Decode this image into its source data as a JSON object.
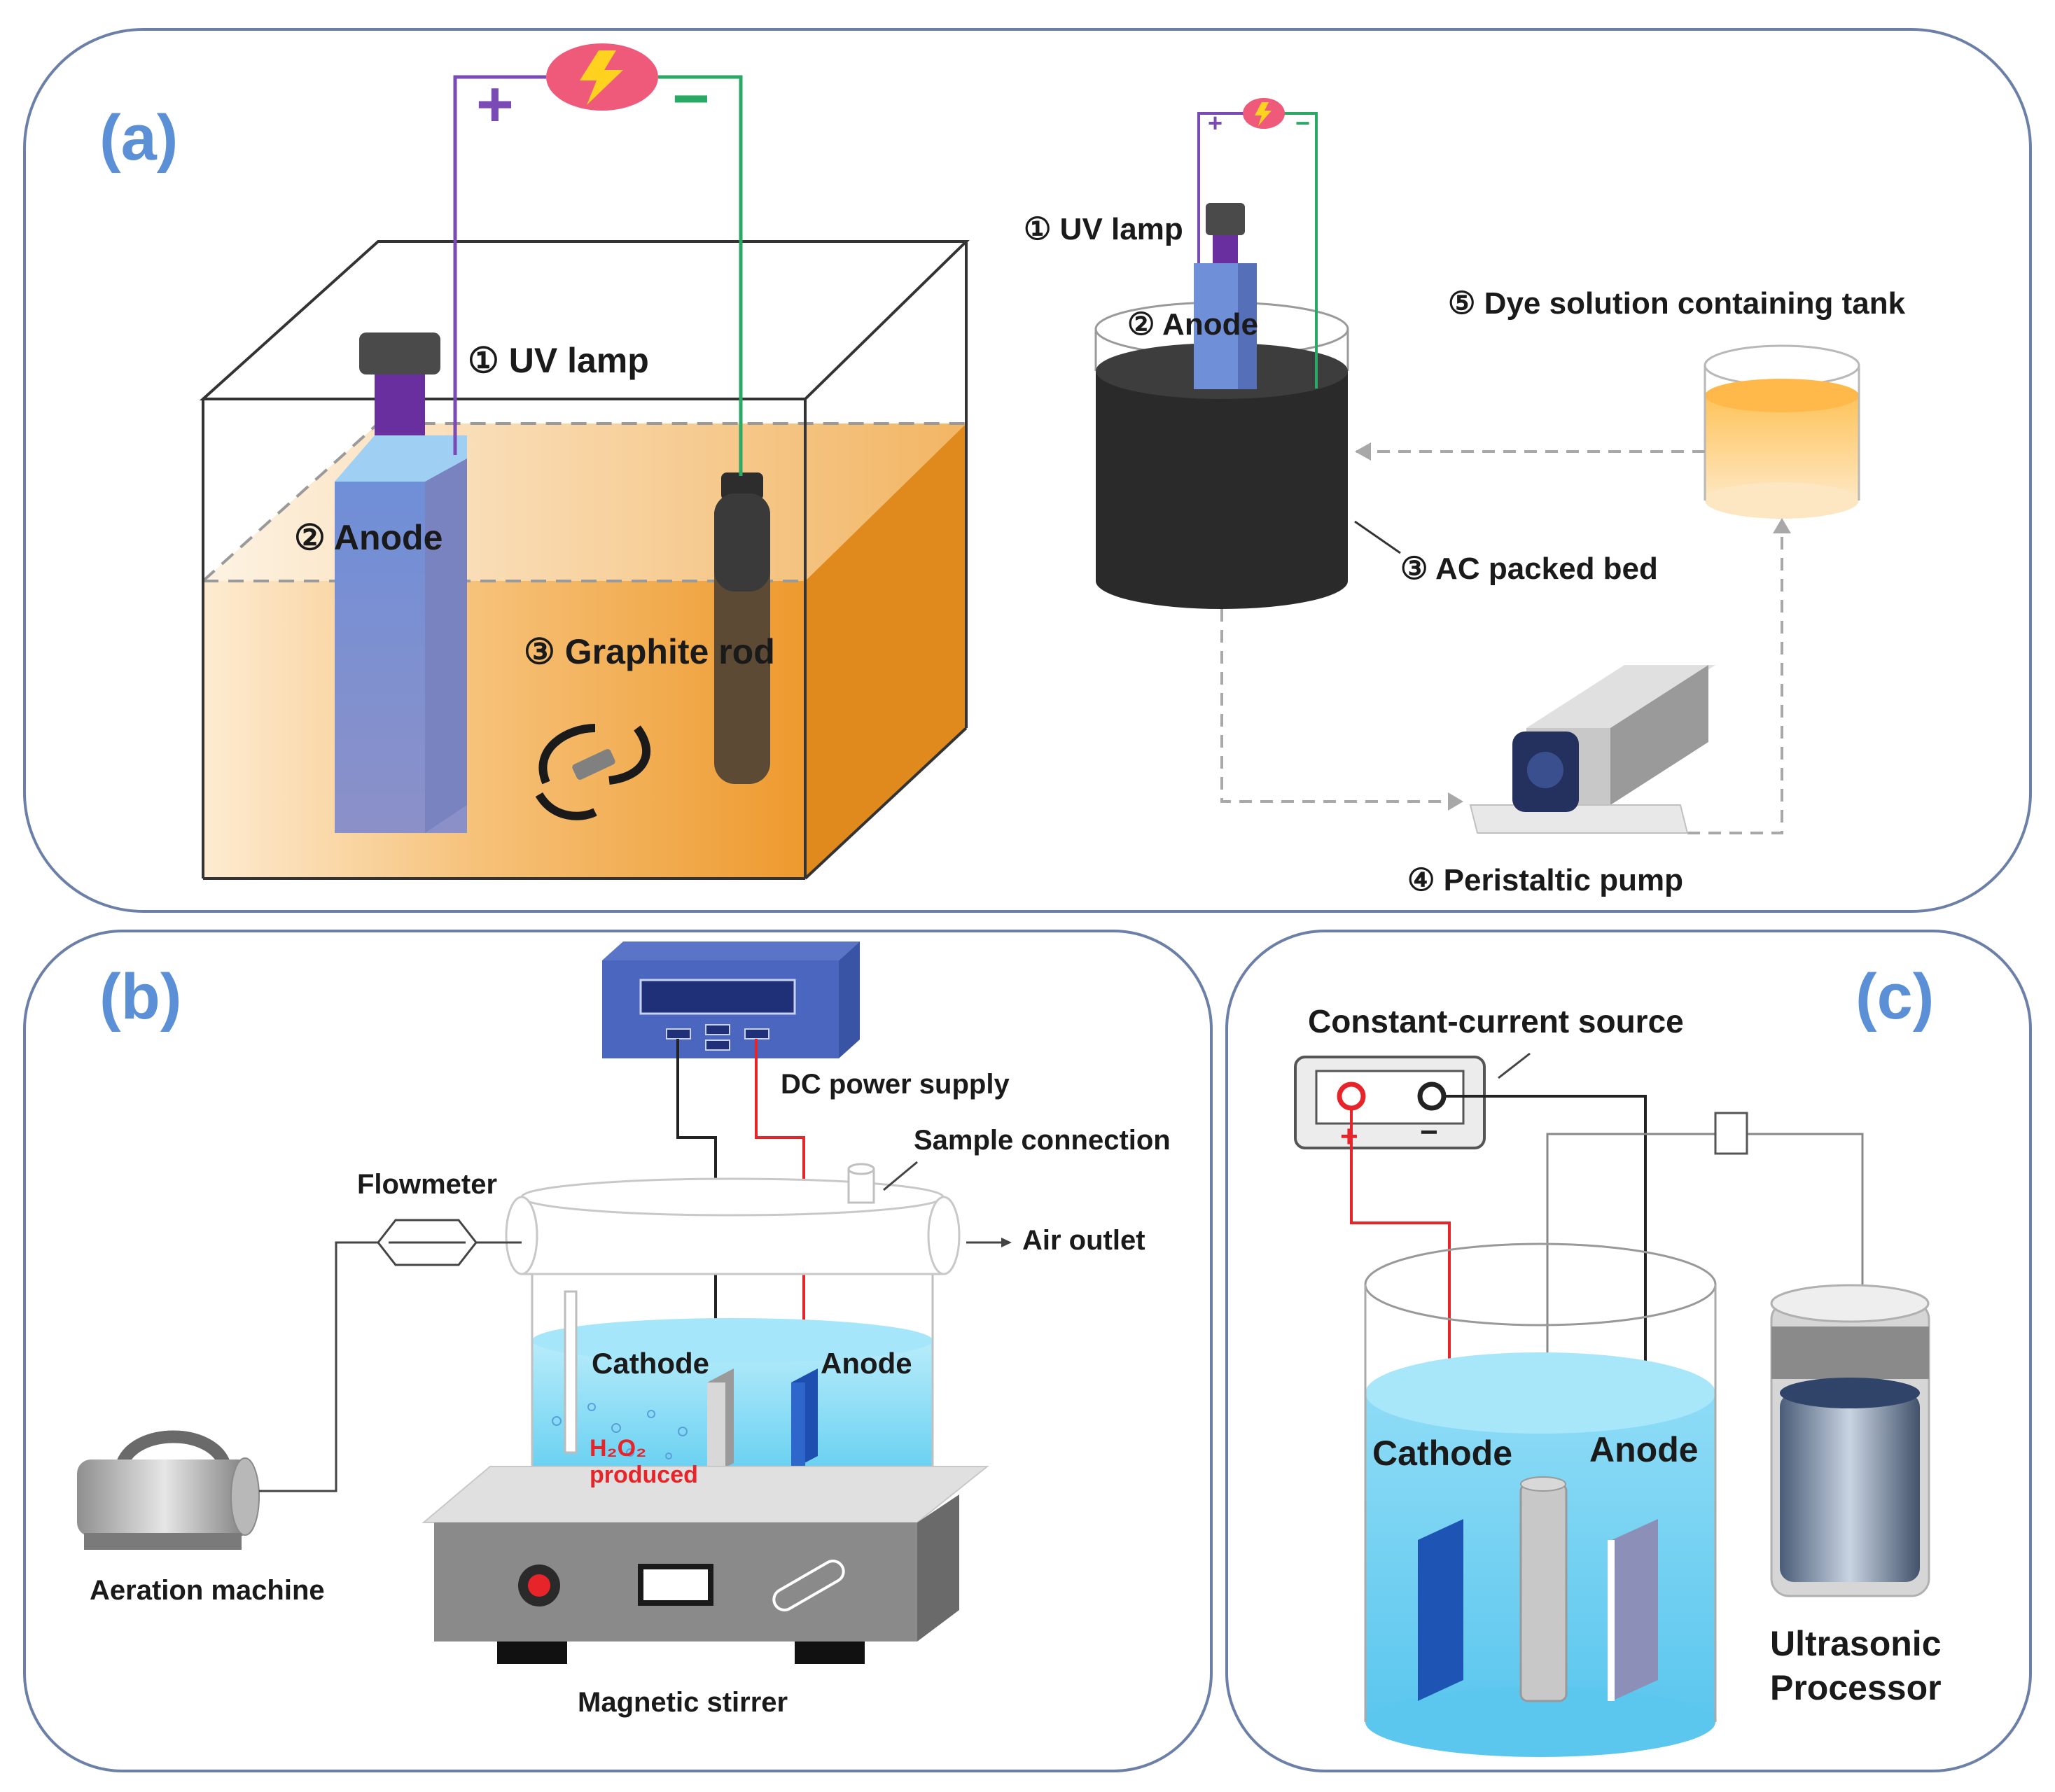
{
  "panel_a": {
    "label": "(a)",
    "left": {
      "uv_lamp": "① UV lamp",
      "anode": "② Anode",
      "graphite_rod": "③ Graphite rod",
      "plus": "+",
      "minus": "−"
    },
    "right": {
      "uv_lamp": "① UV lamp",
      "anode": "② Anode",
      "ac_packed_bed": "③ AC packed bed",
      "peristaltic_pump": "④ Peristaltic pump",
      "dye_tank": "⑤ Dye solution containing tank",
      "plus": "+",
      "minus": "−"
    }
  },
  "panel_b": {
    "label": "(b)",
    "dc_power_supply": "DC power supply",
    "sample_connection": "Sample connection",
    "flowmeter": "Flowmeter",
    "air_outlet": "Air outlet",
    "cathode": "Cathode",
    "anode": "Anode",
    "h2o2_line1": "H₂O₂",
    "h2o2_line2": "produced",
    "aeration_machine": "Aeration machine",
    "magnetic_stirrer": "Magnetic stirrer"
  },
  "panel_c": {
    "label": "(c)",
    "constant_current_source": "Constant-current source",
    "cathode": "Cathode",
    "anode": "Anode",
    "ultrasonic_line1": "Ultrasonic",
    "ultrasonic_line2": "Processor",
    "plus": "+",
    "minus": "−"
  },
  "colors": {
    "panel_label": "#5b8fd6",
    "panel_border": "#6b7fa8",
    "wire_positive": "#7a4bb5",
    "wire_negative": "#2aa866",
    "solution_orange": "#f0a23a",
    "water_blue": "#7fd6f2",
    "h2o2_red": "#e8242b"
  }
}
